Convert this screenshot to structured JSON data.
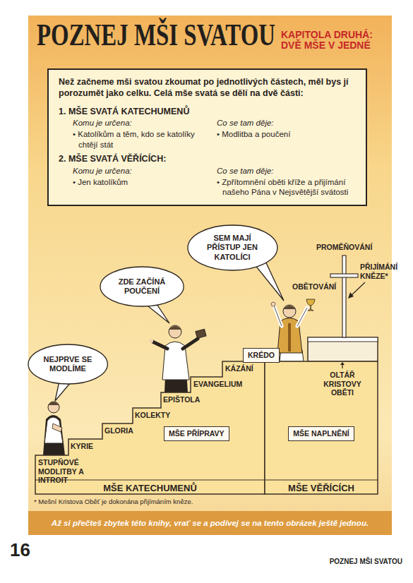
{
  "diagram": {
    "title": "POZNEJ MŠI SVATOU",
    "caption": "Až si přečteš zbytek této knihy, vrať se a podívej se na tento obrázek ještě jednou.",
    "nodes": [
      {
        "text": [
          "Než začneme mši svatou zkoumat po jednotlivých částech, měl bys jí porozumět jako celku. Celá mše svatá se dělí na dvě části:",
          "1. MŠE SVATÁ KATECHUMENŮ",
          "Komu je určena:",
          "• Katolíkům a těm, kdo se katolíky chtějí stát",
          "Co se tam děje:",
          "• Modlitba a poučení",
          "2. MŠE SVATÁ VĚŘÍCÍCH:",
          "Komu je určena:",
          "• Jen katolíkům",
          "Co se tam děje:",
          "• Zpřítomnění oběti kříže a přijímání našeho Pána v Nejsvětější svátosti"
        ]
      },
      {
        "text": [
          "NEJPRVE SE MODLÍME"
        ]
      },
      {
        "text": [
          "ZDE ZAČÍNÁ POUČENÍ"
        ]
      },
      {
        "text": [
          "SEM MAJÍ PŘÍSTUP JEN KATOLÍCI"
        ]
      },
      {
        "text": [
          "MŠE KATECHUMENŮ"
        ]
      },
      {
        "text": [
          "MŠE PŘÍPRAVY"
        ],
        "in": 4
      },
      {
        "text": [
          "MŠE VĚŘÍCÍCH"
        ]
      },
      {
        "text": [
          "MŠE NAPLNĚNÍ"
        ],
        "in": 6
      },
      {
        "text": [
          "KRÉDO"
        ]
      }
    ],
    "labels": [
      "KAPITOLA DRUHÁ: DVĚ MŠE V JEDNÉ",
      "PROMĚŇOVÁNÍ",
      "OBĚTOVÁNÍ",
      "PŘIJÍMÁNÍ KNĚZE*",
      "OLTÁŘ KRISTOVY OBĚTI",
      "KÁZÁNÍ",
      "EVANGELIUM",
      "EPIŠTOLA",
      "KOLEKTY",
      "GLORIA",
      "KYRIE",
      "STUPŇOVÉ MODLITBY A INTROIT",
      "* Mešní Kristova Oběť je dokonána přijímáním kněze.",
      "16",
      "POZNEJ MŠI SVATOU"
    ]
  }
}
